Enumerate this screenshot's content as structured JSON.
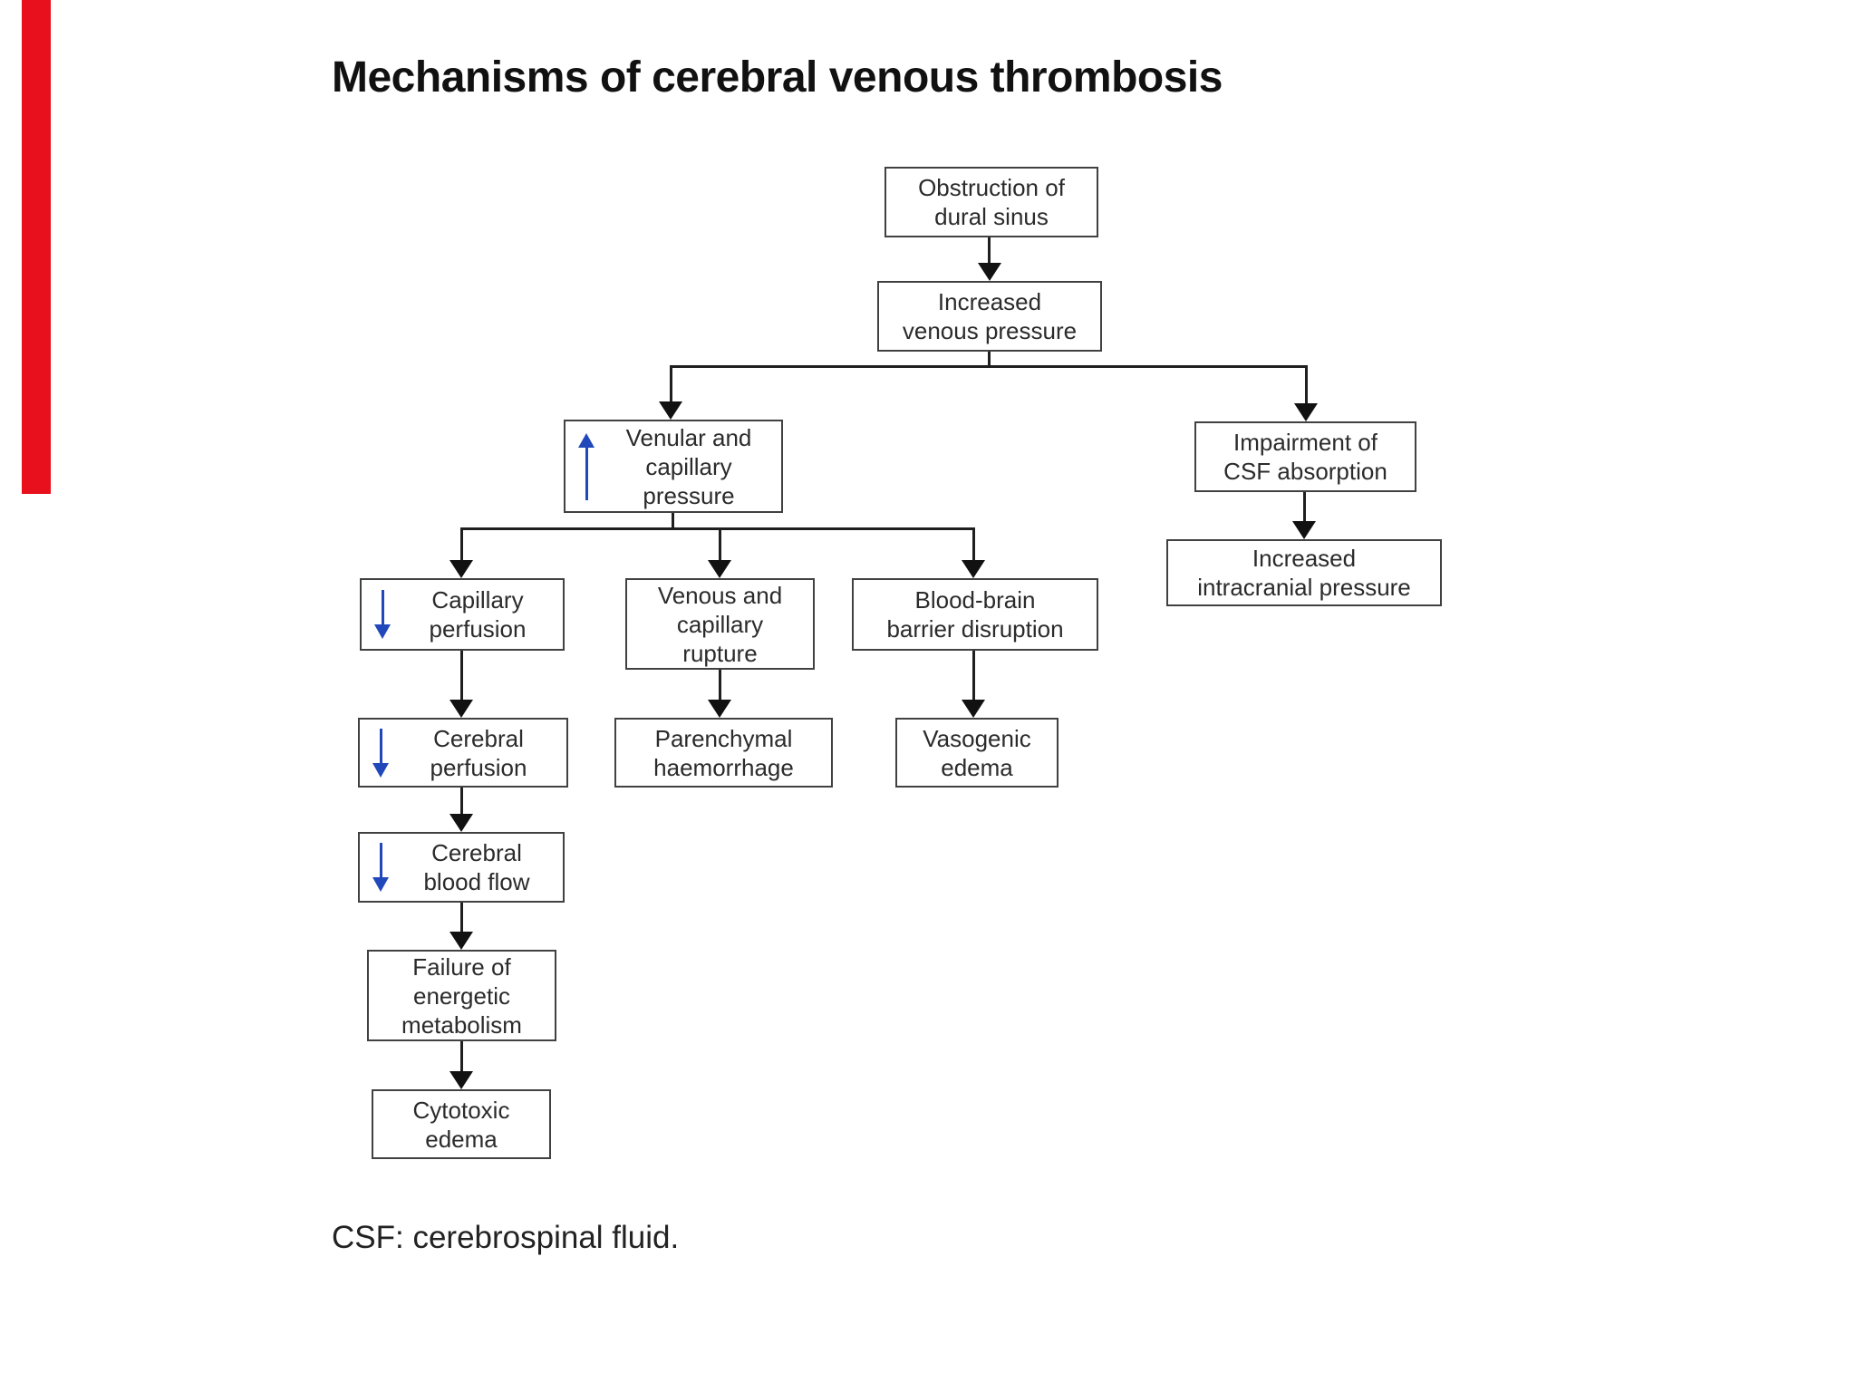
{
  "page": {
    "title": "Mechanisms of cerebral venous thrombosis",
    "footnote": "CSF: cerebrospinal fluid."
  },
  "colors": {
    "accent_red": "#e8101c",
    "arrow_blue": "#2148ba",
    "line": "#1f1f1f",
    "box_border": "#414141",
    "text": "#2b2b2b"
  },
  "nodes": {
    "obstruction": {
      "label": "Obstruction of\ndural sinus"
    },
    "increased_venous": {
      "label": "Increased\nvenous pressure"
    },
    "venular": {
      "label": "Venular and\ncapillary\npressure",
      "indicator": "increase"
    },
    "impairment": {
      "label": "Impairment of\nCSF absorption"
    },
    "increased_icp": {
      "label": "Increased\nintracranial pressure"
    },
    "capillary_perfusion": {
      "label": "Capillary\nperfusion",
      "indicator": "decrease"
    },
    "venous_rupture": {
      "label": "Venous and\ncapillary\nrupture"
    },
    "bbb_disruption": {
      "label": "Blood-brain\nbarrier disruption"
    },
    "cerebral_perfusion": {
      "label": "Cerebral\nperfusion",
      "indicator": "decrease"
    },
    "parenchymal": {
      "label": "Parenchymal\nhaemorrhage"
    },
    "vasogenic": {
      "label": "Vasogenic\nedema"
    },
    "cbf": {
      "label": "Cerebral\nblood flow",
      "indicator": "decrease"
    },
    "failure": {
      "label": "Failure of\nenergetic\nmetabolism"
    },
    "cytotoxic": {
      "label": "Cytotoxic\nedema"
    }
  },
  "edges": [
    [
      "obstruction",
      "increased_venous"
    ],
    [
      "increased_venous",
      "venular"
    ],
    [
      "increased_venous",
      "impairment"
    ],
    [
      "impairment",
      "increased_icp"
    ],
    [
      "venular",
      "capillary_perfusion"
    ],
    [
      "venular",
      "venous_rupture"
    ],
    [
      "venular",
      "bbb_disruption"
    ],
    [
      "capillary_perfusion",
      "cerebral_perfusion"
    ],
    [
      "venous_rupture",
      "parenchymal"
    ],
    [
      "bbb_disruption",
      "vasogenic"
    ],
    [
      "cerebral_perfusion",
      "cbf"
    ],
    [
      "cbf",
      "failure"
    ],
    [
      "failure",
      "cytotoxic"
    ]
  ]
}
